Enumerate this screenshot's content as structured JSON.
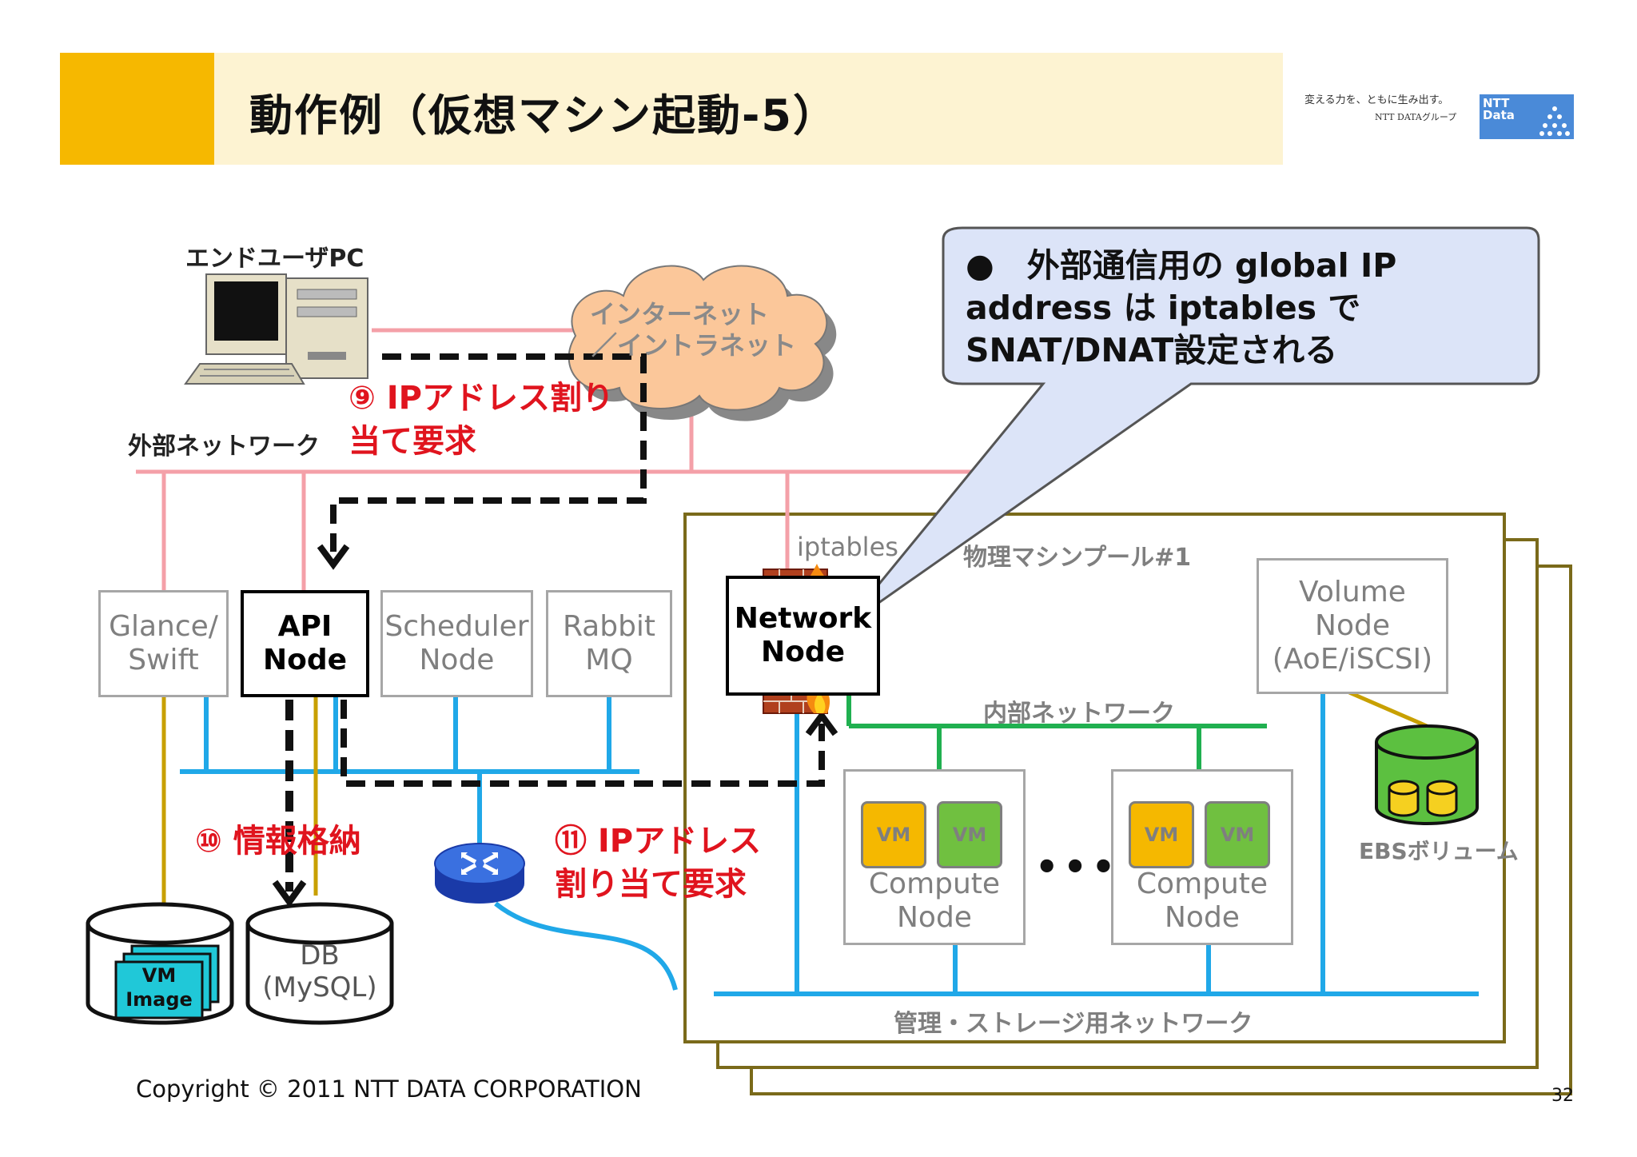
{
  "title": "動作例（仮想マシン起動-5）",
  "logo": {
    "tagline": "変える力を、ともに生み出す。",
    "group": "NTT DATAグループ",
    "word": "NTT Data"
  },
  "labels": {
    "end_user_pc": "エンドユーザPC",
    "external_network": "外部ネットワーク",
    "internet_1": "インターネット",
    "internet_2": "／イントラネット",
    "iptables": "iptables",
    "pool": "物理マシンプール#1",
    "internal_network": "内部ネットワーク",
    "mgmt_network": "管理・ストレージ用ネットワーク",
    "ebs": "EBSボリューム",
    "dots": "•••"
  },
  "steps": {
    "step9": "⑨ IPアドレス割り\n当て要求",
    "step10": "⑩ 情報格納",
    "step11": "⑪ IPアドレス\n割り当て要求"
  },
  "callout": "●　外部通信用の global IP address は iptables で SNAT/DNAT設定される",
  "nodes": {
    "glance": "Glance/\nSwift",
    "api": "API\nNode",
    "scheduler": "Scheduler\nNode",
    "rabbit": "Rabbit\nMQ",
    "network": "Network\nNode",
    "volume": "Volume Node\n(AoE/iSCSI)",
    "compute1": "Compute\nNode",
    "compute2": "Compute\nNode"
  },
  "vm_label": "VM",
  "db": {
    "label": "DB\n(MySQL)",
    "vm_image": "VM\nImage"
  },
  "footer": {
    "copyright": "Copyright © 2011 NTT DATA CORPORATION",
    "page": "32"
  },
  "colors": {
    "accent": "#f6b800",
    "external_net": "#f4a0a8",
    "internal_net": "#20b050",
    "mgmt_net": "#20a8e8",
    "storage_link": "#c8a000",
    "step_text": "#e0141e",
    "cloud": "#fbc79a",
    "callout": "#dce4f8"
  }
}
